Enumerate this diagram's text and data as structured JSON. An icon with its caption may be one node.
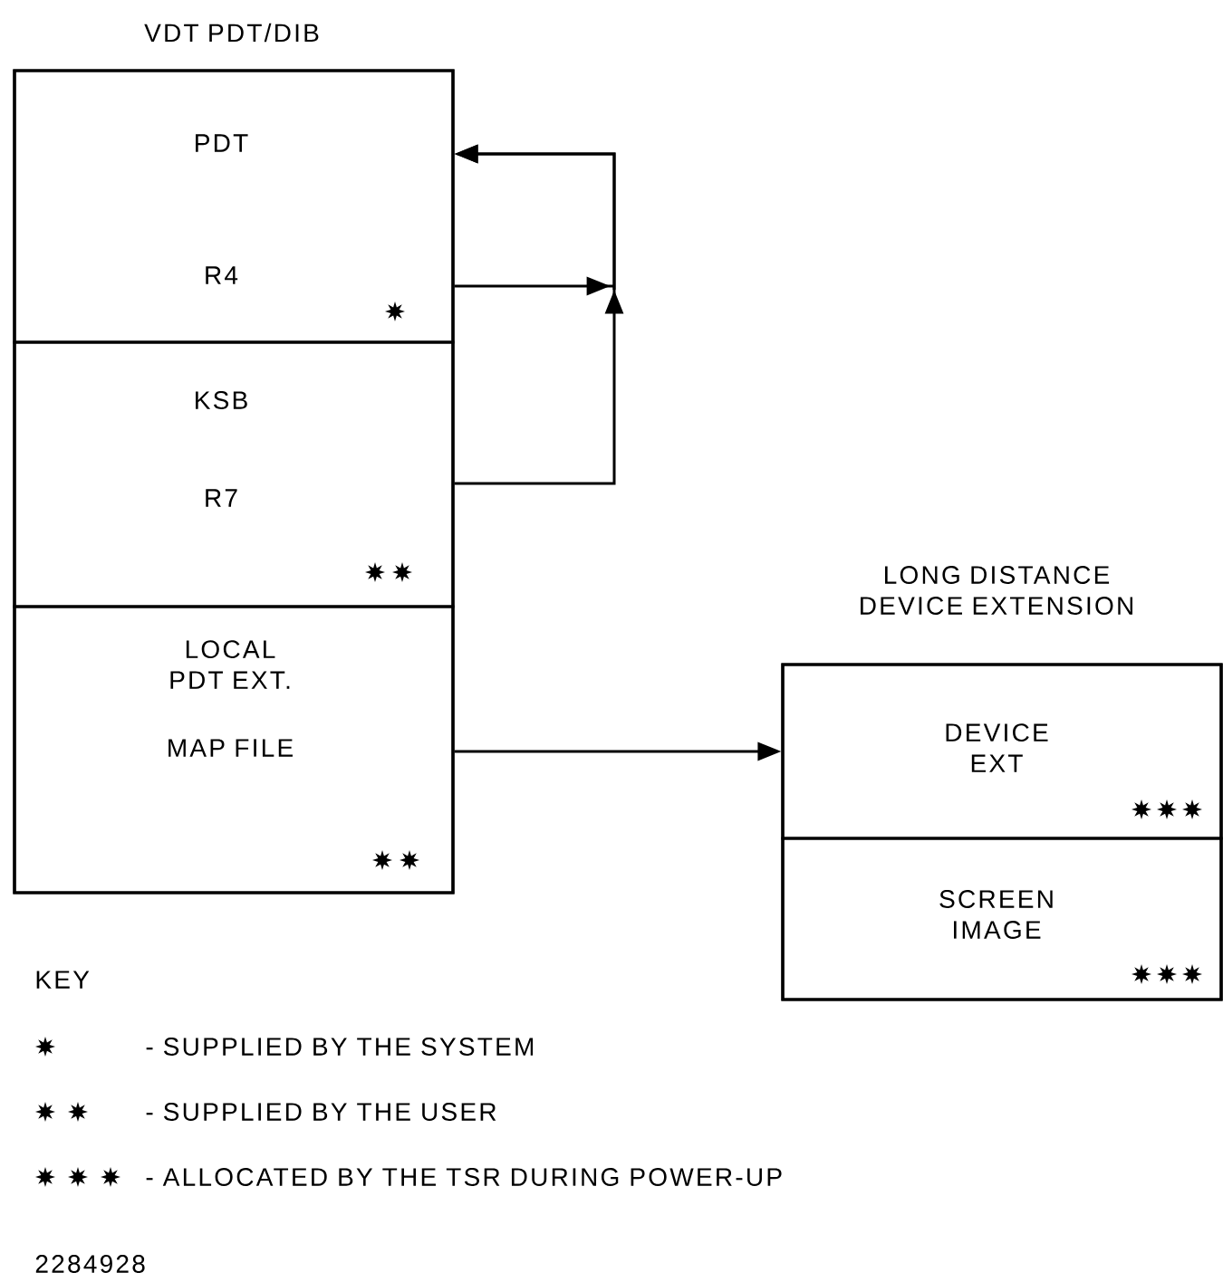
{
  "diagram": {
    "nodes": [
      {
        "text": [
          "VDT PDT/DIB"
        ]
      },
      {
        "text": [
          "PDT",
          "R4"
        ],
        "in": 0
      },
      {
        "text": [
          "KSB",
          "R7"
        ],
        "in": 0
      },
      {
        "text": [
          "LOCAL PDT EXT.",
          "MAP FILE"
        ],
        "in": 0
      },
      {
        "text": [
          "LONG DISTANCE DEVICE EXTENSION"
        ]
      },
      {
        "text": [
          "DEVICE EXT"
        ],
        "in": 4
      },
      {
        "text": [
          "SCREEN IMAGE"
        ],
        "in": 4
      }
    ],
    "edges": [
      {
        "from": 1,
        "to": 1,
        "arrow": "to"
      },
      {
        "from": 2,
        "to": 1,
        "arrow": "to"
      },
      {
        "from": 3,
        "to": 5,
        "arrow": "to"
      }
    ],
    "labels": [
      "KEY",
      "2284928"
    ],
    "legend": [
      {
        "text": "- SUPPLIED BY THE SYSTEM"
      },
      {
        "text": "- SUPPLIED BY THE USER"
      },
      {
        "text": "- ALLOCATED BY THE TSR DURING POWER-UP"
      }
    ]
  }
}
